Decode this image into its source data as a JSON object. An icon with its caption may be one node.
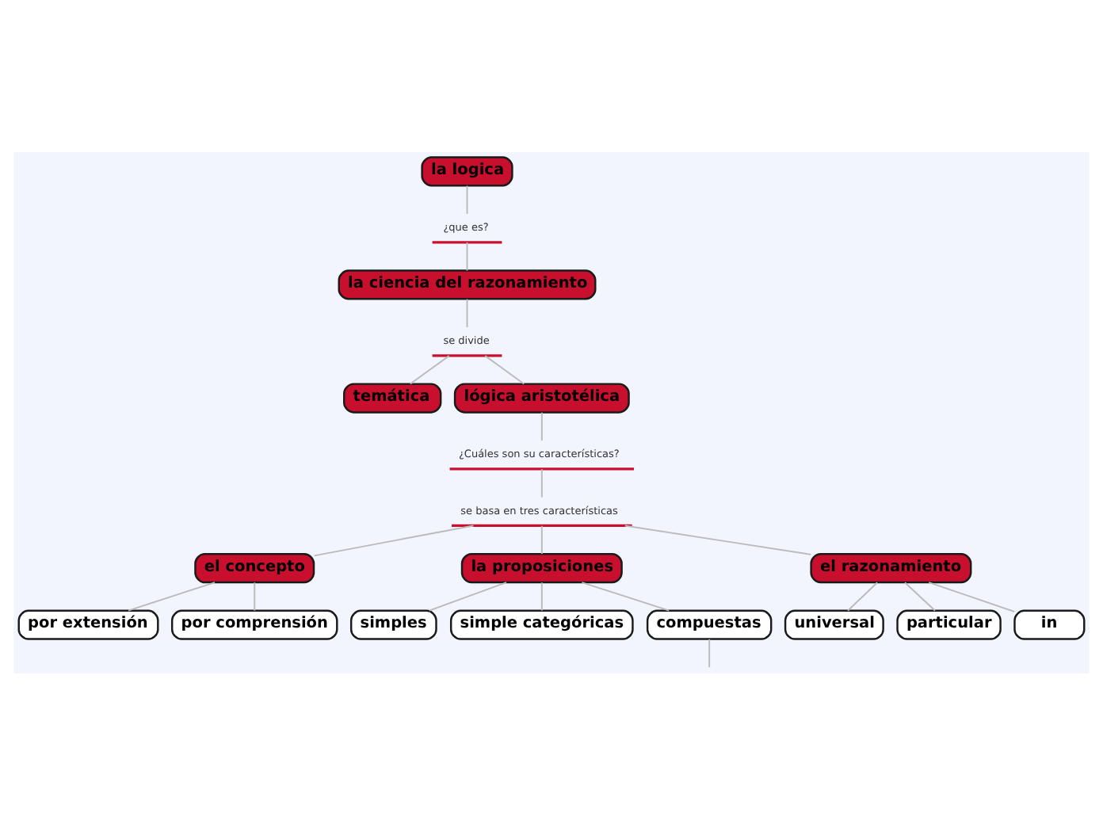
{
  "diagram": {
    "nodes": [
      {
        "text": [
          "la logica"
        ]
      },
      {
        "text": [
          "¿que es?"
        ]
      },
      {
        "text": [
          "la ciencia del razonamiento"
        ]
      },
      {
        "text": [
          "se divide"
        ]
      },
      {
        "text": [
          "temática"
        ]
      },
      {
        "text": [
          "lógica aristotélica"
        ]
      },
      {
        "text": [
          "¿Cuáles son su características?"
        ]
      },
      {
        "text": [
          "se basa en tres características"
        ]
      },
      {
        "text": [
          "el concepto"
        ]
      },
      {
        "text": [
          "la proposiciones"
        ]
      },
      {
        "text": [
          "el razonamiento"
        ]
      },
      {
        "text": [
          "por extensión"
        ]
      },
      {
        "text": [
          "por comprensión"
        ]
      },
      {
        "text": [
          "simples"
        ]
      },
      {
        "text": [
          "simple categóricas"
        ]
      },
      {
        "text": [
          "compuestas"
        ]
      },
      {
        "text": [
          "universal"
        ]
      },
      {
        "text": [
          "particular"
        ]
      },
      {
        "text": [
          "in"
        ]
      }
    ],
    "edges": [
      {
        "from": 0,
        "to": 1,
        "arrow": "none"
      },
      {
        "from": 1,
        "to": 2,
        "arrow": "none"
      },
      {
        "from": 2,
        "to": 3,
        "arrow": "none"
      },
      {
        "from": 3,
        "to": 4,
        "arrow": "none"
      },
      {
        "from": 3,
        "to": 5,
        "arrow": "none"
      },
      {
        "from": 5,
        "to": 6,
        "arrow": "none"
      },
      {
        "from": 6,
        "to": 7,
        "arrow": "none"
      },
      {
        "from": 7,
        "to": 8,
        "arrow": "none"
      },
      {
        "from": 7,
        "to": 9,
        "arrow": "none"
      },
      {
        "from": 7,
        "to": 10,
        "arrow": "none"
      },
      {
        "from": 8,
        "to": 11,
        "arrow": "none"
      },
      {
        "from": 8,
        "to": 12,
        "arrow": "none"
      },
      {
        "from": 9,
        "to": 13,
        "arrow": "none"
      },
      {
        "from": 9,
        "to": 14,
        "arrow": "none"
      },
      {
        "from": 9,
        "to": 15,
        "arrow": "none"
      },
      {
        "from": 10,
        "to": 16,
        "arrow": "none"
      },
      {
        "from": 10,
        "to": 17,
        "arrow": "none"
      },
      {
        "from": 10,
        "to": 18,
        "arrow": "none"
      },
      {
        "from": 15,
        "to": null,
        "arrow": "none"
      }
    ]
  }
}
